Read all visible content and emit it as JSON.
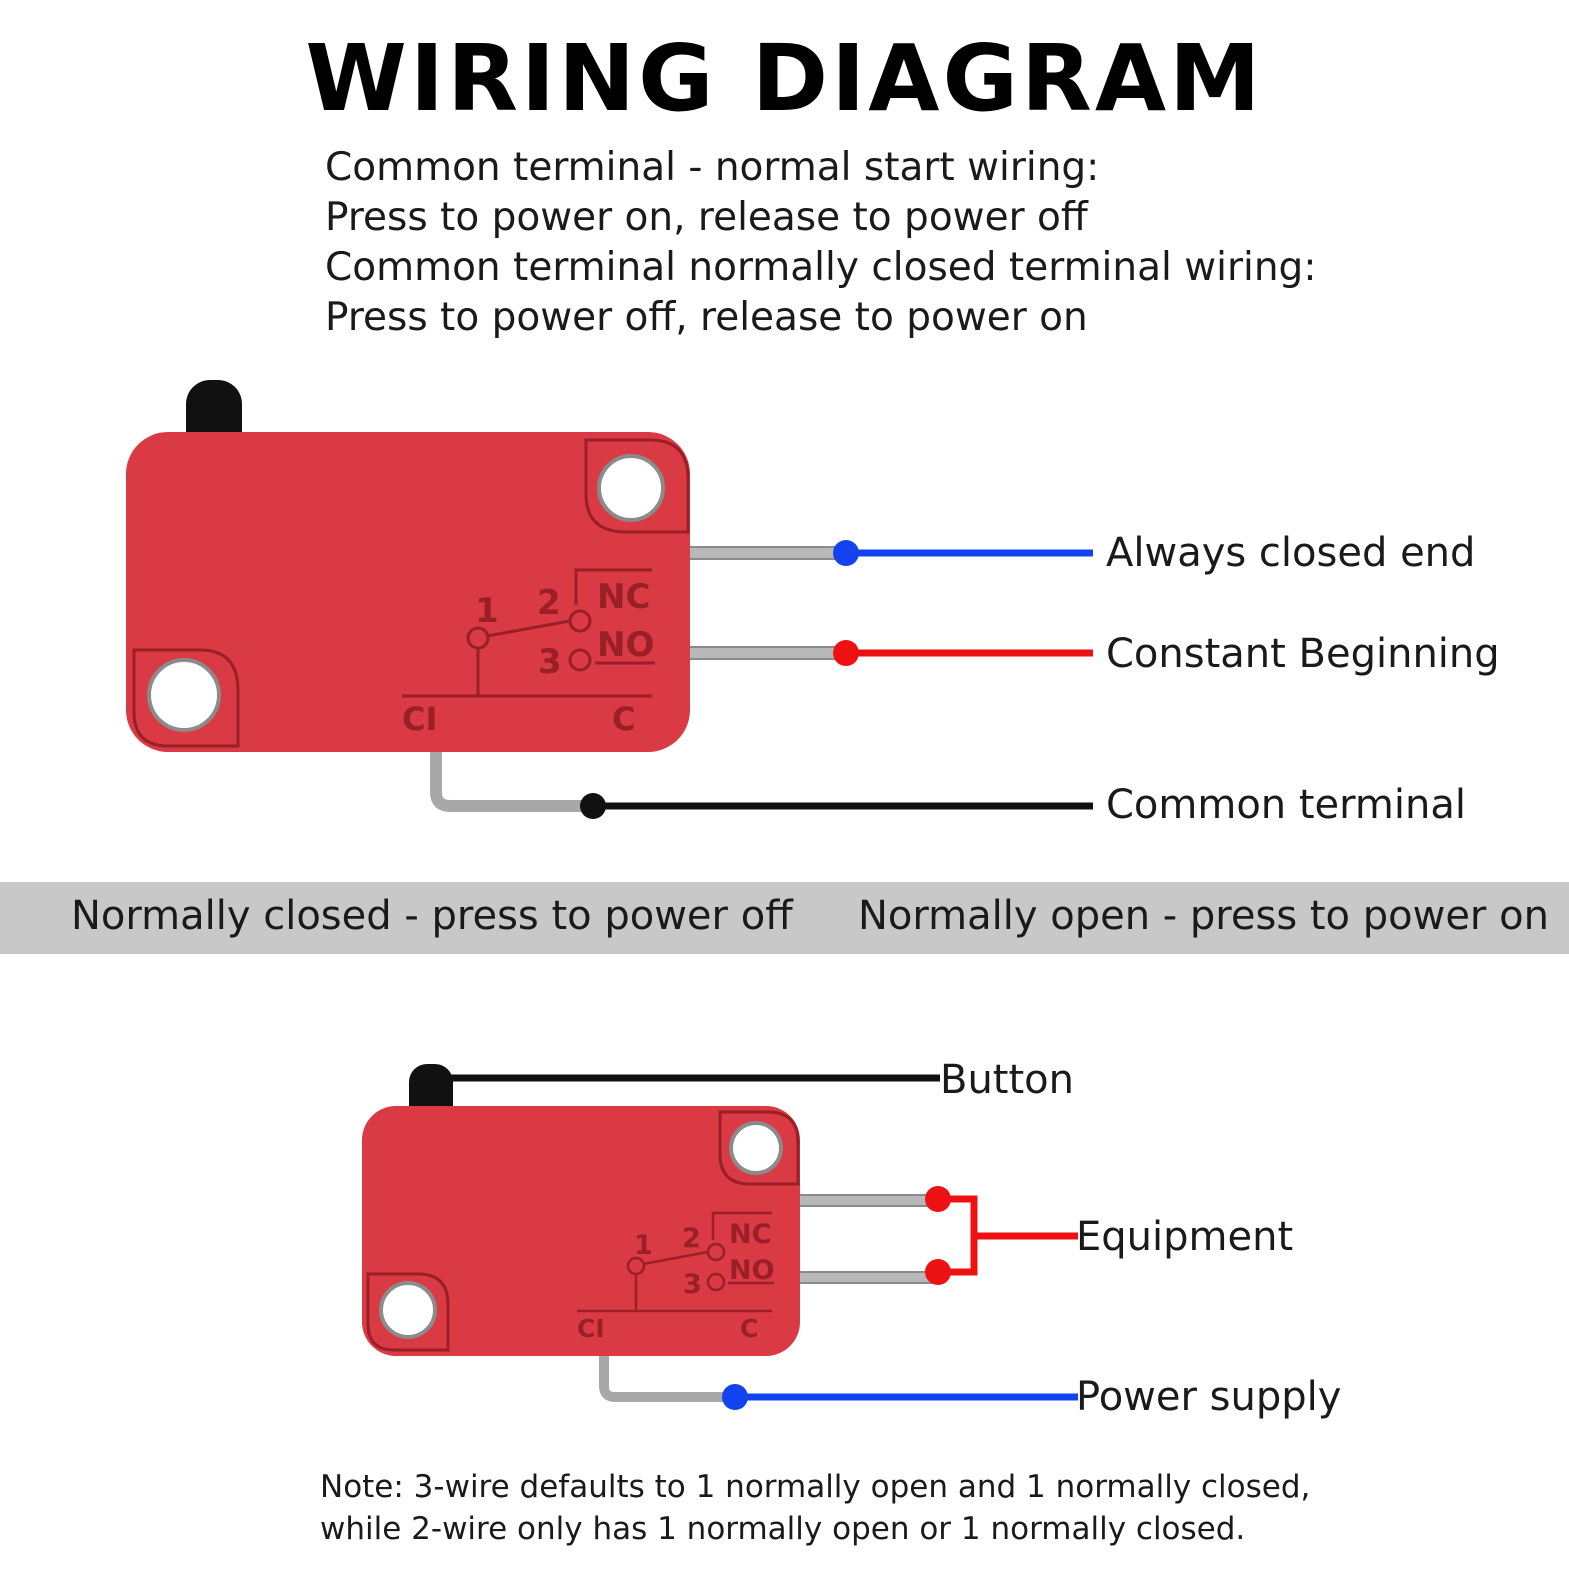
{
  "title": "WIRING DIAGRAM",
  "intro_lines": [
    "Common terminal - normal start wiring:",
    "Press to power on, release to power off",
    "Common terminal normally closed terminal wiring:",
    "Press to power off, release to power on"
  ],
  "top_switch": {
    "markings": {
      "nc": "NC",
      "no": "NO",
      "n1": "1",
      "n2": "2",
      "n3": "3",
      "ci": "CI",
      "c": "C"
    },
    "labels": {
      "always_closed": "Always closed end",
      "constant": "Constant Beginning",
      "common": "Common terminal"
    },
    "wire_colors": {
      "nc": "#1343ee",
      "no": "#ee1111",
      "common": "#111111"
    }
  },
  "band": {
    "left": "Normally closed - press to power off",
    "right": "Normally open - press to power on"
  },
  "bottom_switch": {
    "markings": {
      "nc": "NC",
      "no": "NO",
      "n1": "1",
      "n2": "2",
      "n3": "3",
      "ci": "CI",
      "c": "C"
    },
    "labels": {
      "button": "Button",
      "equipment": "Equipment",
      "power": "Power supply"
    },
    "wire_colors": {
      "button": "#111111",
      "equipment": "#ee1111",
      "power": "#1343ee"
    }
  },
  "note_lines": [
    "Note: 3-wire defaults to 1 normally open and 1 normally closed,",
    "while 2-wire only has 1 normally open or 1 normally closed."
  ],
  "colors": {
    "switch_body": "#d93a44",
    "switch_marking": "#9a1f26",
    "band": "#c8c8c8"
  }
}
